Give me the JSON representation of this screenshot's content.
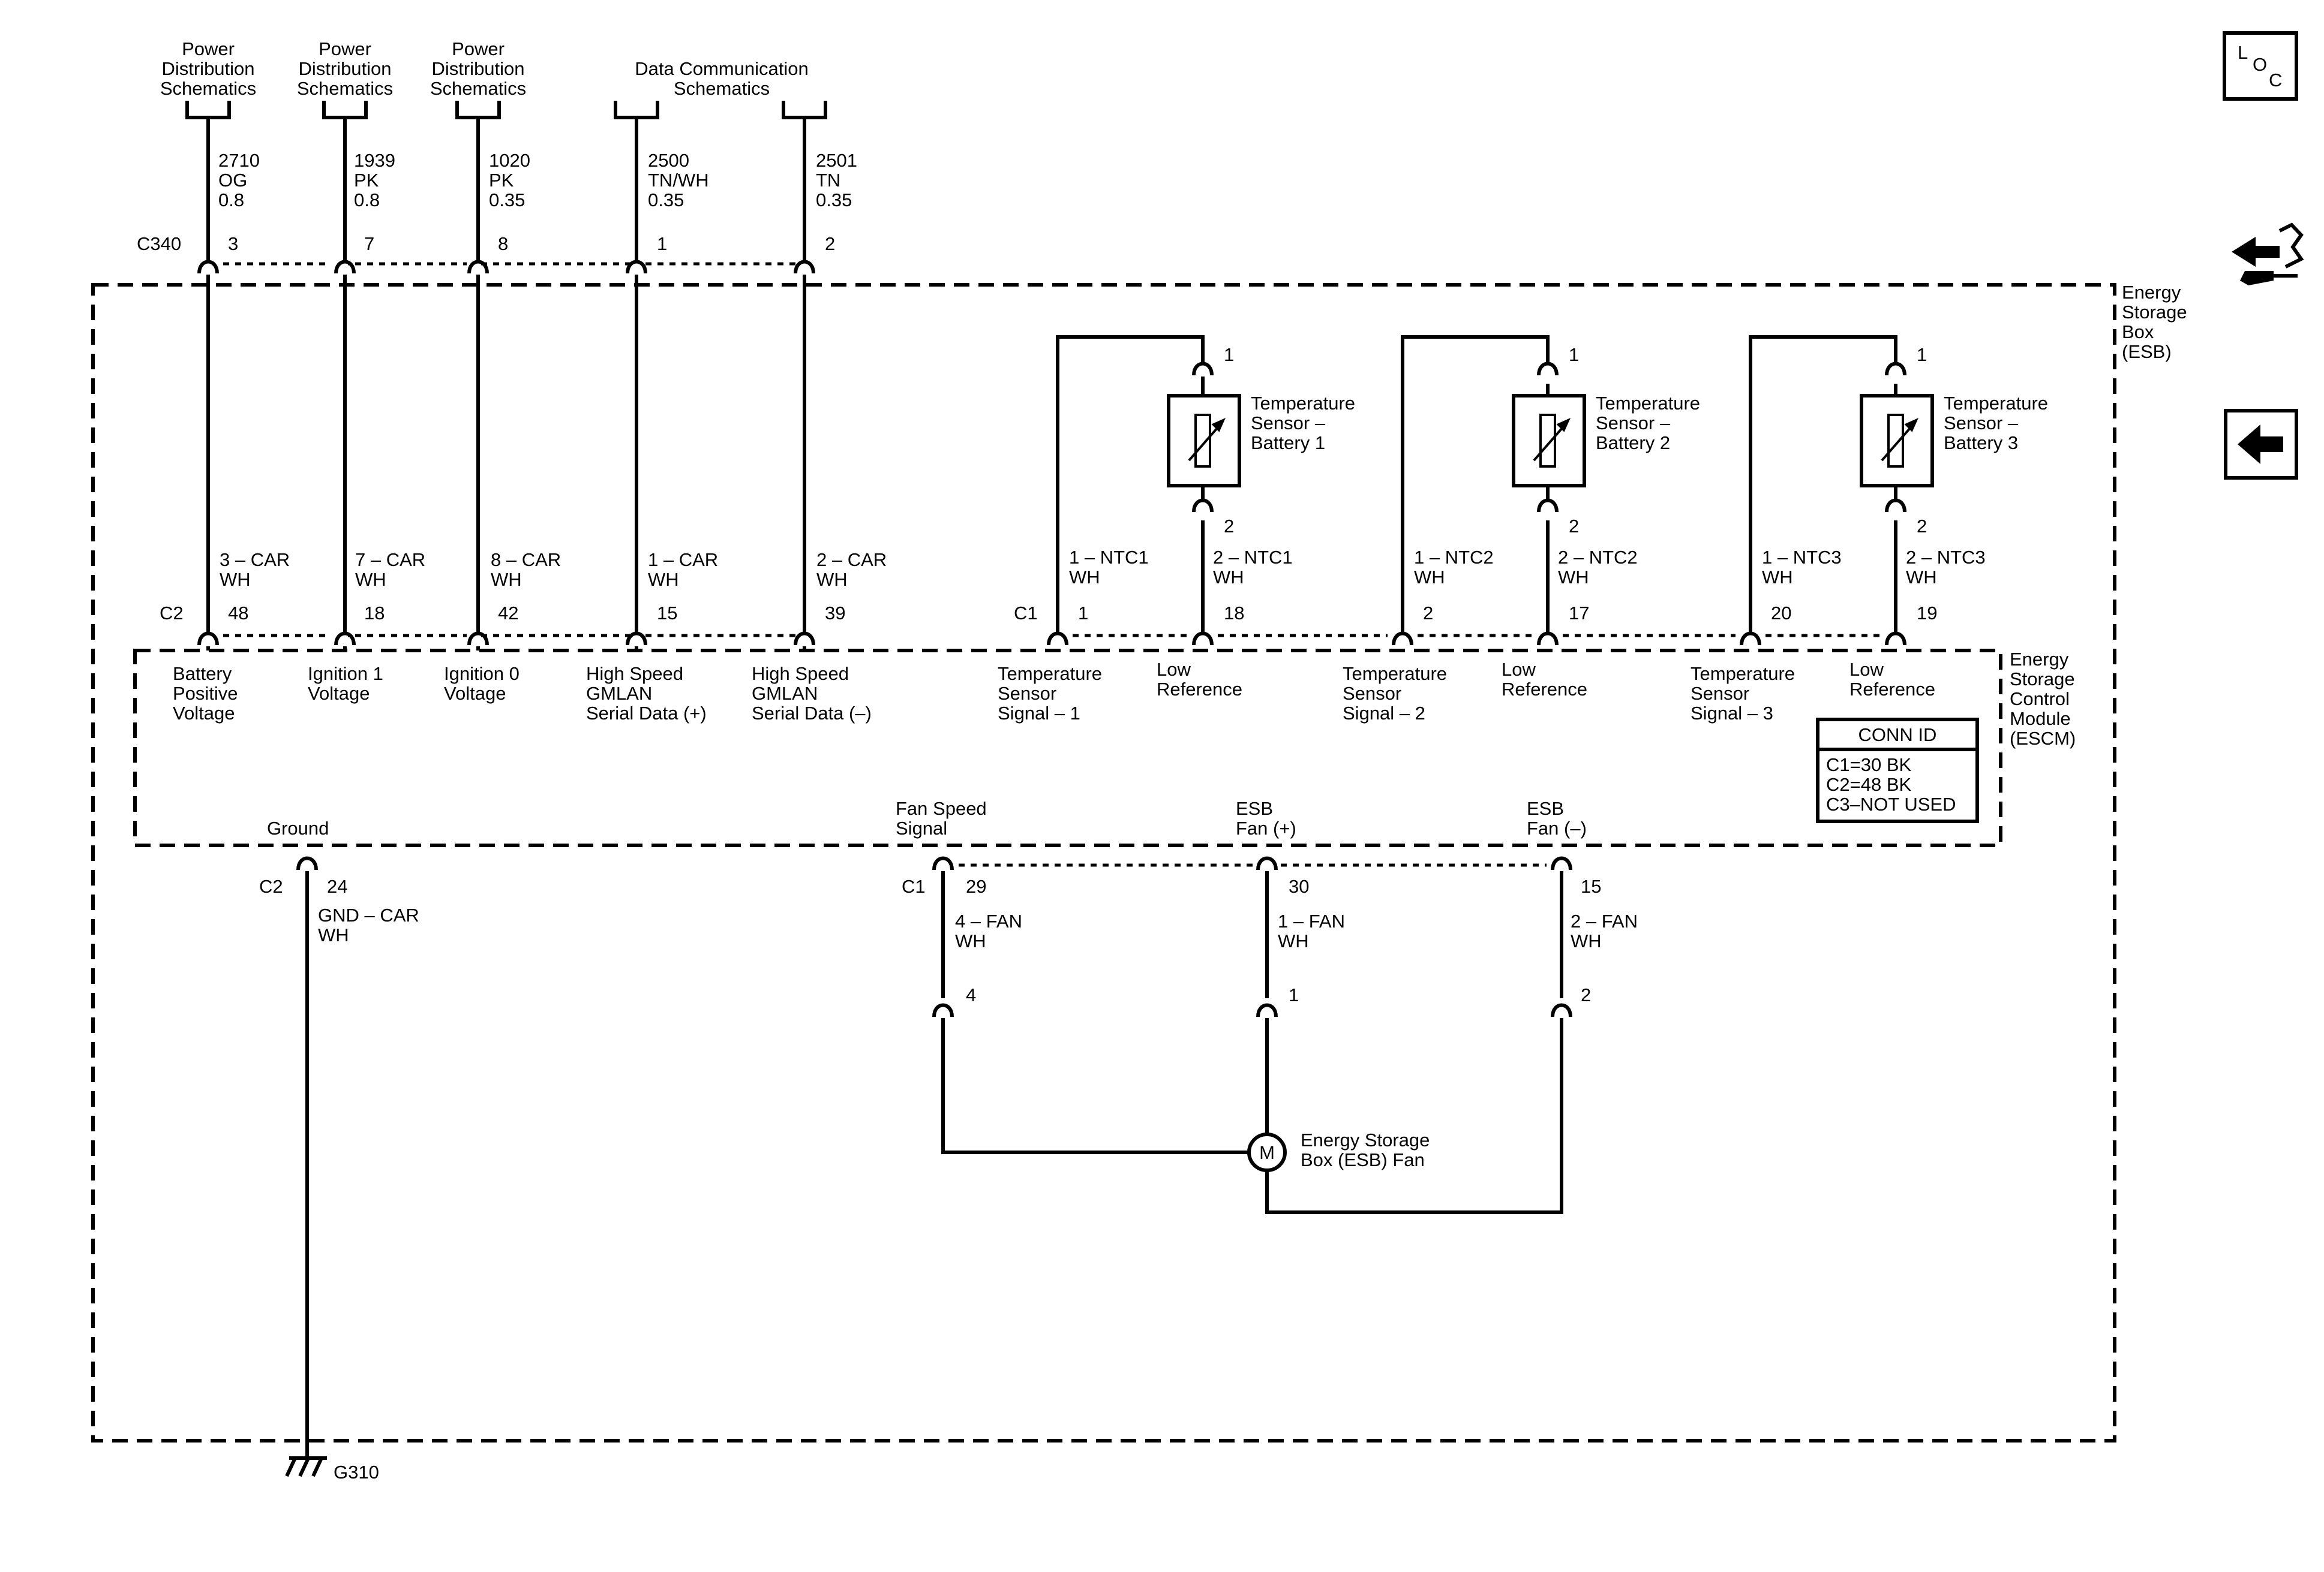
{
  "refs": {
    "power1": [
      "Power",
      "Distribution",
      "Schematics"
    ],
    "power2": [
      "Power",
      "Distribution",
      "Schematics"
    ],
    "power3": [
      "Power",
      "Distribution",
      "Schematics"
    ],
    "data": [
      "Data Communication",
      "Schematics"
    ]
  },
  "wires_top": [
    {
      "circuit": "2710",
      "color": "OG",
      "gauge": "0.8",
      "pin": "3"
    },
    {
      "circuit": "1939",
      "color": "PK",
      "gauge": "0.8",
      "pin": "7"
    },
    {
      "circuit": "1020",
      "color": "PK",
      "gauge": "0.35",
      "pin": "8"
    },
    {
      "circuit": "2500",
      "color": "TN/WH",
      "gauge": "0.35",
      "pin": "1"
    },
    {
      "circuit": "2501",
      "color": "TN",
      "gauge": "0.35",
      "pin": "2"
    }
  ],
  "connectors": {
    "c340": "C340",
    "c2": "C2",
    "c1": "C1",
    "c2_ground": "C2",
    "c1_fan": "C1"
  },
  "esb_label": [
    "Energy",
    "Storage",
    "Box",
    "(ESB)"
  ],
  "escm_label": [
    "Energy",
    "Storage",
    "Control",
    "Module",
    "(ESCM)"
  ],
  "esb_wires": [
    {
      "name": "3 – CAR",
      "color": "WH",
      "pin": "48",
      "function": [
        "Battery",
        "Positive",
        "Voltage"
      ]
    },
    {
      "name": "7 – CAR",
      "color": "WH",
      "pin": "18",
      "function": [
        "Ignition 1",
        "Voltage"
      ]
    },
    {
      "name": "8 – CAR",
      "color": "WH",
      "pin": "42",
      "function": [
        "Ignition 0",
        "Voltage"
      ]
    },
    {
      "name": "1 – CAR",
      "color": "WH",
      "pin": "15",
      "function": [
        "High Speed",
        "GMLAN",
        "Serial Data (+)"
      ]
    },
    {
      "name": "2 – CAR",
      "color": "WH",
      "pin": "39",
      "function": [
        "High Speed",
        "GMLAN",
        "Serial Data (–)"
      ]
    }
  ],
  "sensors": [
    {
      "label": [
        "Temperature",
        "Sensor –",
        "Battery 1"
      ],
      "pin_top": "1",
      "pin_bottom": "2",
      "sig_wire": "1 – NTC1",
      "sig_color": "WH",
      "sig_pin": "1",
      "ref_wire": "2 – NTC1",
      "ref_color": "WH",
      "ref_pin": "18",
      "sig_func": [
        "Temperature",
        "Sensor",
        "Signal – 1"
      ],
      "ref_func": [
        "Low",
        "Reference"
      ]
    },
    {
      "label": [
        "Temperature",
        "Sensor –",
        "Battery 2"
      ],
      "pin_top": "1",
      "pin_bottom": "2",
      "sig_wire": "1 – NTC2",
      "sig_color": "WH",
      "sig_pin": "2",
      "ref_wire": "2 – NTC2",
      "ref_color": "WH",
      "ref_pin": "17",
      "sig_func": [
        "Temperature",
        "Sensor",
        "Signal – 2"
      ],
      "ref_func": [
        "Low",
        "Reference"
      ]
    },
    {
      "label": [
        "Temperature",
        "Sensor –",
        "Battery 3"
      ],
      "pin_top": "1",
      "pin_bottom": "2",
      "sig_wire": "1 – NTC3",
      "sig_color": "WH",
      "sig_pin": "20",
      "ref_wire": "2 – NTC3",
      "ref_color": "WH",
      "ref_pin": "19",
      "sig_func": [
        "Temperature",
        "Sensor",
        "Signal – 3"
      ],
      "ref_func": [
        "Low",
        "Reference"
      ]
    }
  ],
  "conn_id": {
    "title": "CONN ID",
    "lines": [
      "C1=30 BK",
      "C2=48 BK",
      "C3–NOT USED"
    ]
  },
  "ground": {
    "label": "Ground",
    "pin": "24",
    "wire": "GND – CAR",
    "color": "WH",
    "terminal": "G310"
  },
  "fan_wires": [
    {
      "function": [
        "Fan Speed",
        "Signal"
      ],
      "pin": "29",
      "wire": "4 – FAN",
      "color": "WH",
      "motor_pin": "4"
    },
    {
      "function": [
        "ESB",
        "Fan (+)"
      ],
      "pin": "30",
      "wire": "1 – FAN",
      "color": "WH",
      "motor_pin": "1"
    },
    {
      "function": [
        "ESB",
        "Fan (–)"
      ],
      "pin": "15",
      "wire": "2 – FAN",
      "color": "WH",
      "motor_pin": "2"
    }
  ],
  "motor": {
    "symbol": "M",
    "label": [
      "Energy Storage",
      "Box (ESB) Fan"
    ]
  },
  "loc_icon": {
    "letters": [
      "L",
      "O",
      "C"
    ]
  },
  "icons": [
    "loc-icon",
    "connector-view-icon",
    "back-arrow-icon"
  ]
}
